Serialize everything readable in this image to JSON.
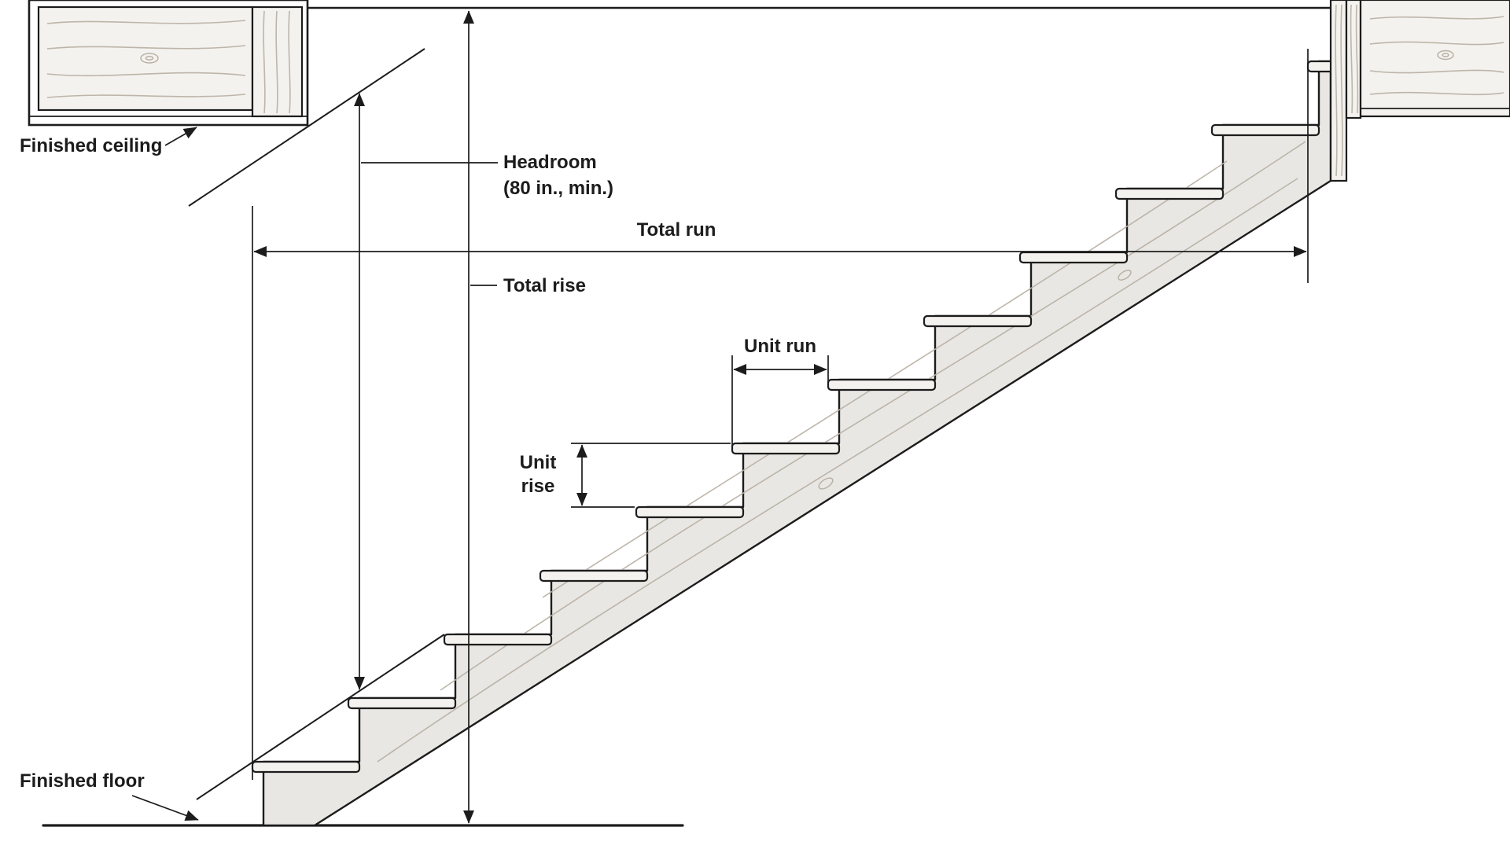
{
  "diagram": {
    "type": "technical-illustration",
    "subject": "Stair section showing code terminology and dimensions",
    "labels": {
      "finished_ceiling": "Finished ceiling",
      "headroom": "Headroom",
      "headroom_spec": "(80 in., min.)",
      "total_run": "Total run",
      "total_rise": "Total rise",
      "unit_run": "Unit run",
      "unit_rise_line1": "Unit",
      "unit_rise_line2": "rise",
      "finished_floor": "Finished floor"
    },
    "stair": {
      "riser_count": 12,
      "tread_count": 11
    },
    "colors": {
      "line": "#1c1c1c",
      "stair_fill": "#e9e7e3",
      "wood_fill": "#f4f2ee",
      "grain": "#b9b1a5",
      "background": "#ffffff"
    }
  }
}
